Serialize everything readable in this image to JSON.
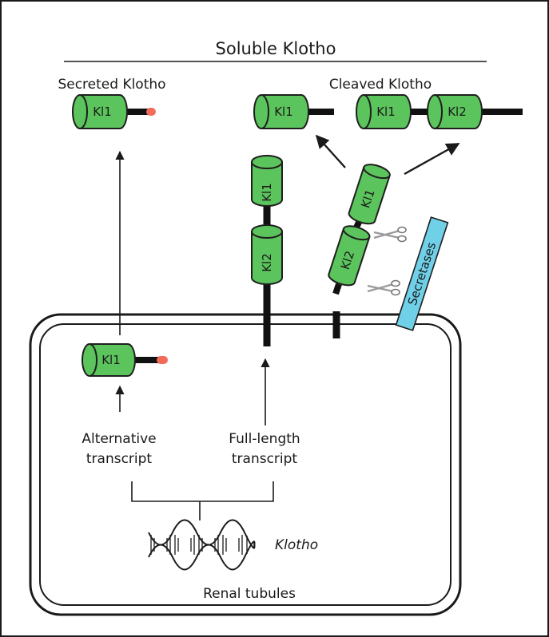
{
  "labels": {
    "soluble": "Soluble Klotho",
    "secreted": "Secreted Klotho",
    "cleaved": "Cleaved Klotho",
    "alt_line1": "Alternative",
    "alt_line2": "transcript",
    "full_line1": "Full-length",
    "full_line2": "transcript",
    "gene": "Klotho",
    "cell": "Renal tubules",
    "secretases": "Secretases"
  },
  "domains": {
    "kl1": "Kl1",
    "kl2": "Kl2"
  },
  "colors": {
    "domain_fill": "#5cc45c",
    "domain_stroke": "#1e1e1e",
    "tail": "#111111",
    "secretion_tip": "#f26a5a",
    "secretase_fill": "#6fd0e8",
    "scissors": "#9a9a9a"
  },
  "icons": {
    "cleavage": "scissors-icon",
    "gene": "dna-helix-icon"
  }
}
